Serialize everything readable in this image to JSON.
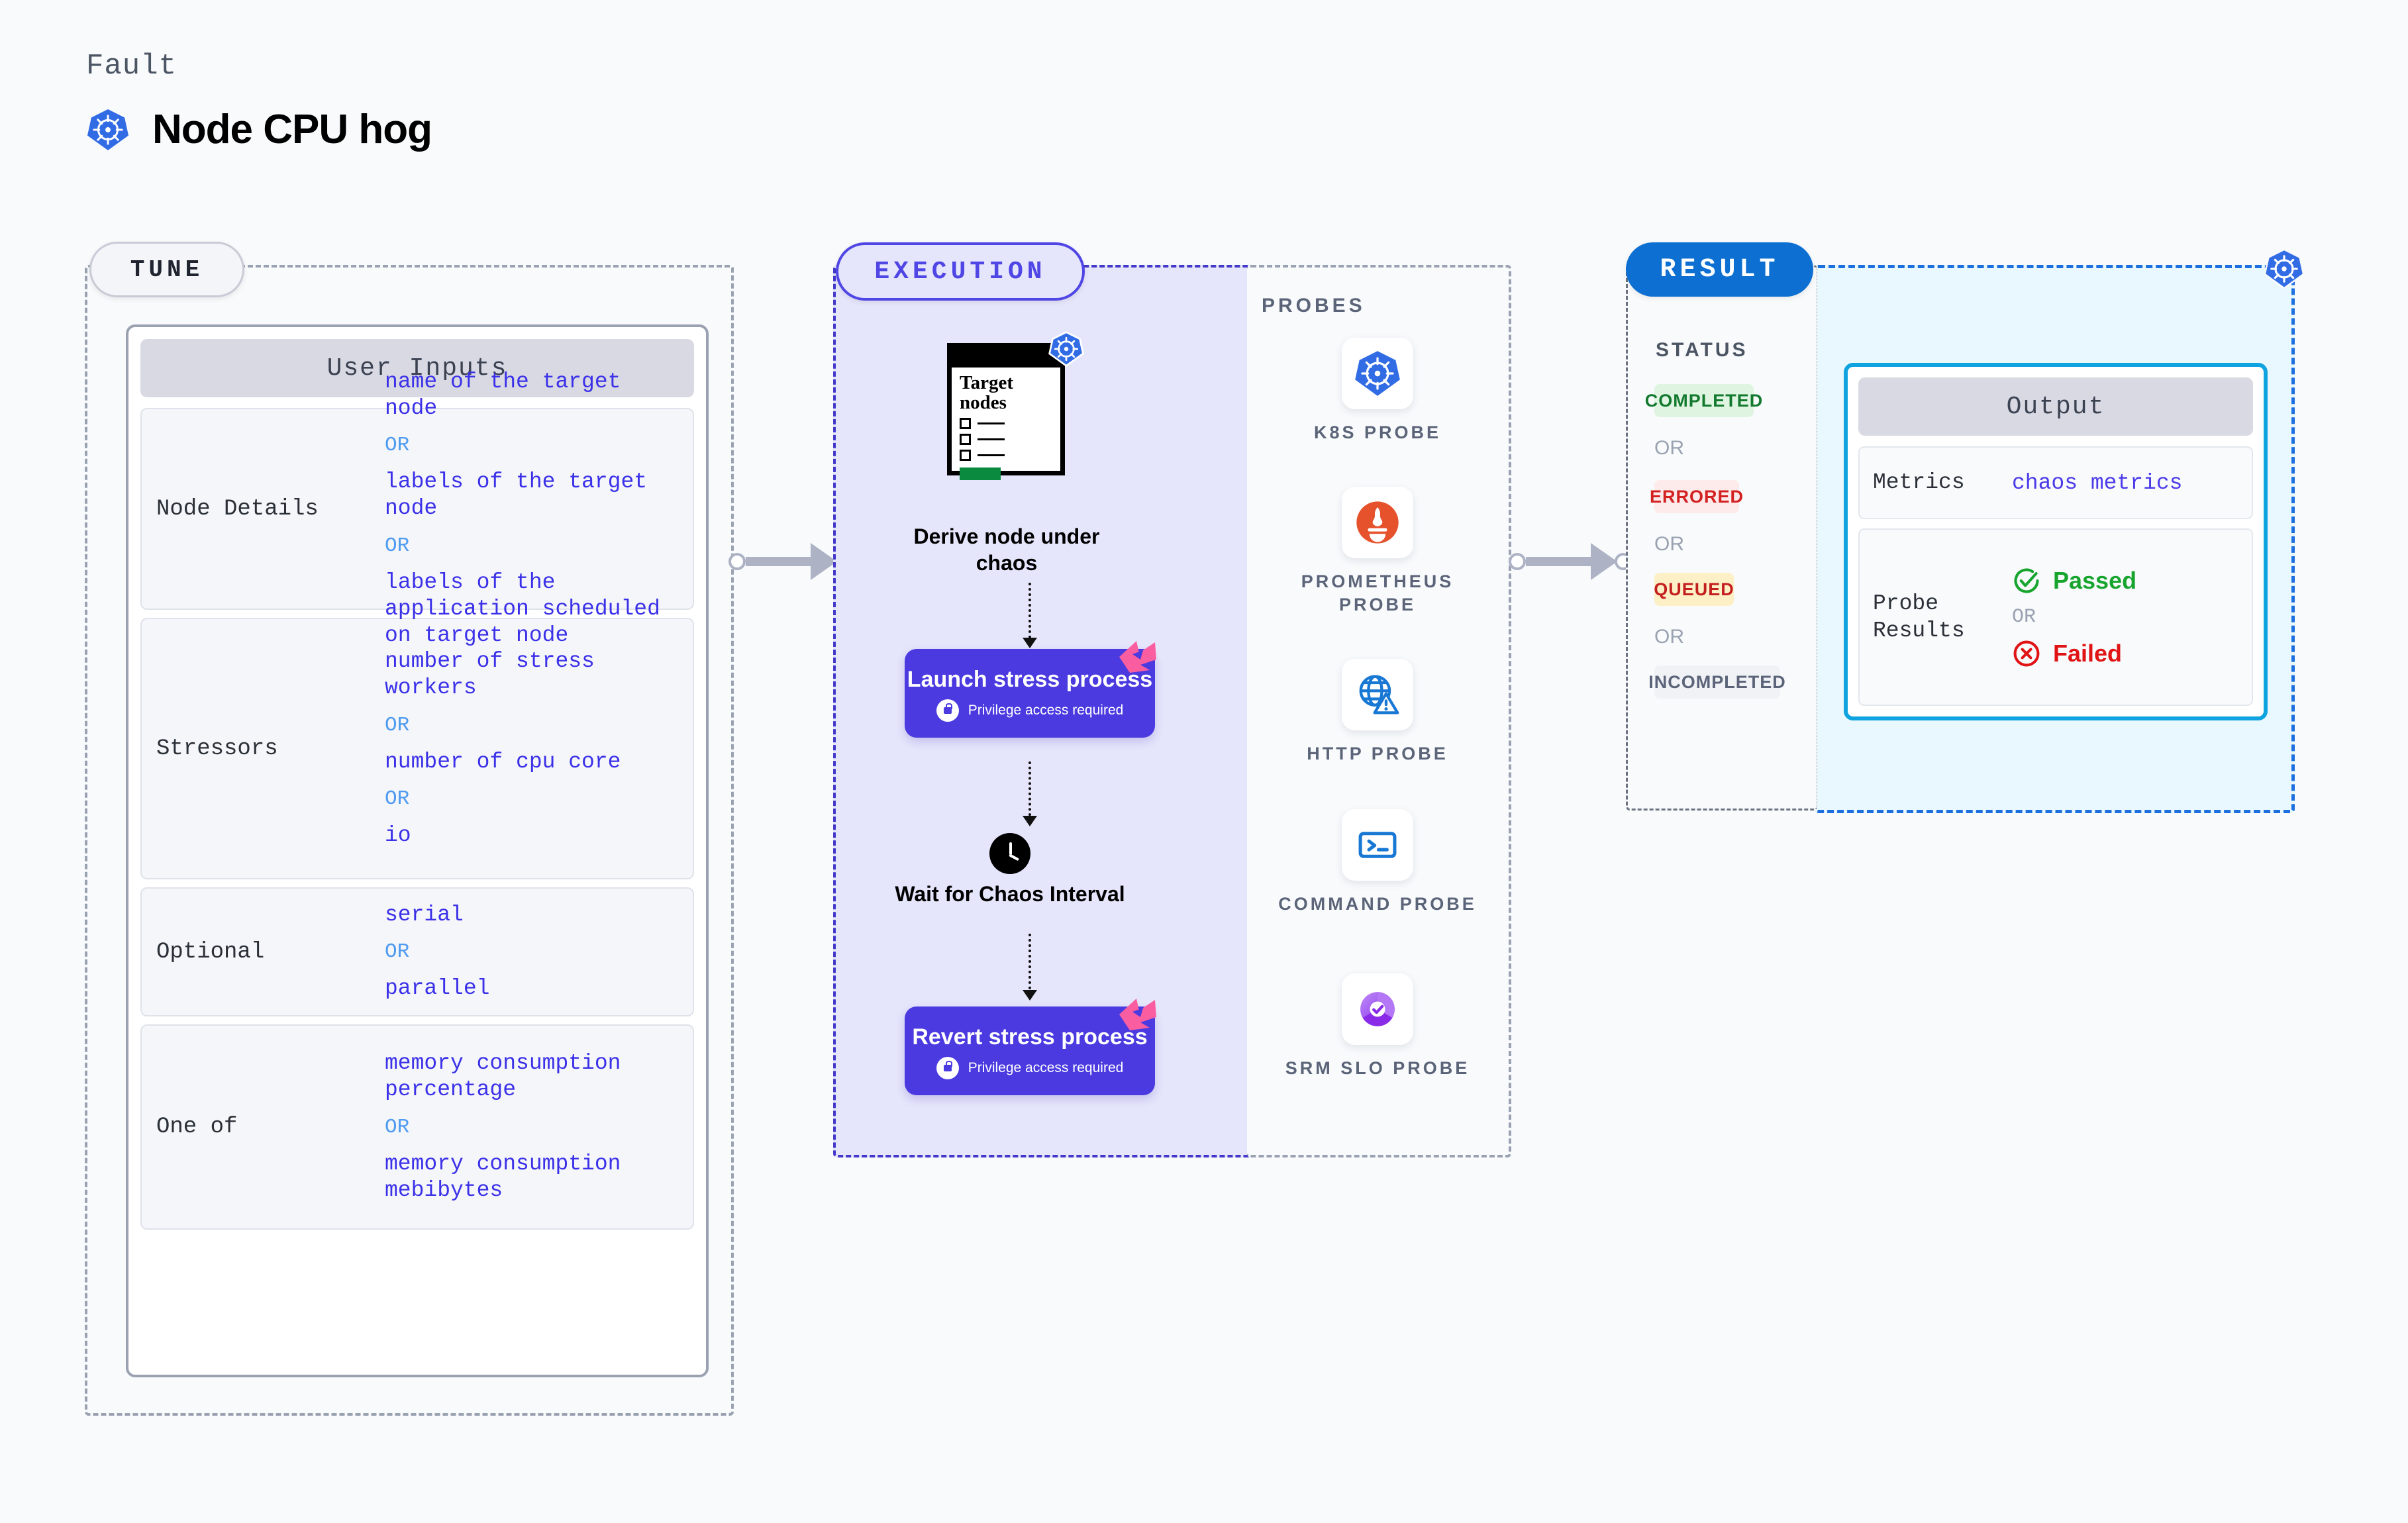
{
  "header": {
    "kicker": "Fault",
    "title": "Node CPU hog",
    "icon": "kubernetes-icon"
  },
  "regions": {
    "tune": {
      "label": "TUNE"
    },
    "execution": {
      "label": "EXECUTION"
    },
    "probes": {
      "label": "PROBES"
    },
    "result": {
      "label": "RESULT"
    }
  },
  "user_inputs": {
    "card_title": "User Inputs",
    "or_label": "OR",
    "rows": [
      {
        "key": "Node Details",
        "values": [
          "name of the target node",
          "labels of the target node",
          "labels of the application scheduled on target node"
        ]
      },
      {
        "key": "Stressors",
        "values": [
          "number of stress workers",
          "number of cpu core",
          "io"
        ]
      },
      {
        "key": "Optional",
        "values": [
          "serial",
          "parallel"
        ]
      },
      {
        "key": "One of",
        "values": [
          "memory consumption percentage",
          "memory consumption mebibytes"
        ]
      }
    ]
  },
  "execution": {
    "target_card": {
      "title_line1": "Target",
      "title_line2": "nodes",
      "icon": "kubernetes-icon"
    },
    "derive_label": "Derive node under chaos",
    "steps": [
      {
        "title": "Launch stress process",
        "sub": "Privilege access required",
        "icon": "lock-icon",
        "badge": "chaos-ribbon-icon"
      },
      {
        "title": "Revert stress process",
        "sub": "Privilege access required",
        "icon": "lock-icon",
        "badge": "chaos-ribbon-icon"
      }
    ],
    "wait_label": "Wait for Chaos Interval",
    "wait_icon": "clock-icon"
  },
  "probes": [
    {
      "label": "K8S PROBE",
      "icon": "kubernetes-icon"
    },
    {
      "label": "PROMETHEUS PROBE",
      "icon": "prometheus-icon"
    },
    {
      "label": "HTTP PROBE",
      "icon": "globe-warning-icon"
    },
    {
      "label": "COMMAND PROBE",
      "icon": "terminal-icon"
    },
    {
      "label": "SRM SLO PROBE",
      "icon": "slo-donut-check-icon"
    }
  ],
  "result": {
    "status_title": "STATUS",
    "or_label": "OR",
    "statuses": [
      {
        "label": "COMPLETED",
        "bg": "#dff5e1",
        "fg": "#12792e"
      },
      {
        "label": "ERRORED",
        "bg": "#fdeaea",
        "fg": "#d32020"
      },
      {
        "label": "QUEUED",
        "bg": "#fdf0c6",
        "fg": "#c41f1f"
      },
      {
        "label": "INCOMPLETED",
        "bg": "#f1f2f6",
        "fg": "#5b6478"
      }
    ],
    "output": {
      "card_title": "Output",
      "or_label": "OR",
      "metrics_key": "Metrics",
      "metrics_value": "chaos metrics",
      "probe_results_key": "Probe Results",
      "passed_label": "Passed",
      "failed_label": "Failed",
      "passed_icon": "check-circle-icon",
      "failed_icon": "x-circle-icon"
    },
    "corner_icon": "kubernetes-icon"
  },
  "colors": {
    "k8s_blue": "#326ce5",
    "execution_purple": "#4a3ae0",
    "result_blue": "#0c6fd1",
    "output_border": "#0fa3e0",
    "chaos_pink": "#fb5ea0"
  }
}
